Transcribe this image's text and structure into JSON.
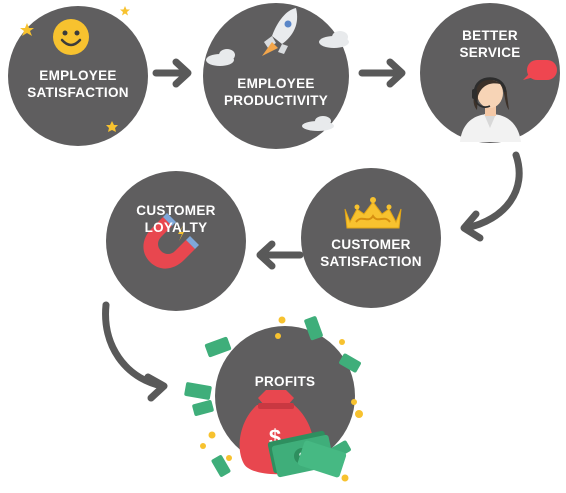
{
  "nodes": [
    {
      "id": "employee-satisfaction",
      "lines": [
        "EMPLOYEE",
        "SATISFACTION"
      ],
      "icon": "smiley-face-icon"
    },
    {
      "id": "employee-productivity",
      "lines": [
        "EMPLOYEE",
        "PRODUCTIVITY"
      ],
      "icon": "rocket-icon"
    },
    {
      "id": "better-service",
      "lines": [
        "BETTER",
        "SERVICE"
      ],
      "icon": "support-agent-icon"
    },
    {
      "id": "customer-satisfaction",
      "lines": [
        "CUSTOMER",
        "SATISFACTION"
      ],
      "icon": "crown-icon"
    },
    {
      "id": "customer-loyalty",
      "lines": [
        "CUSTOMER",
        "LOYALTY"
      ],
      "icon": "magnet-icon"
    },
    {
      "id": "profits",
      "lines": [
        "PROFITS"
      ],
      "icon": "money-bag-icon"
    }
  ],
  "colors": {
    "circle": "#5f5e5f",
    "arrow": "#595959",
    "text": "#ffffff",
    "yellow": "#f7c22f",
    "red": "#e8474f",
    "green": "#3fae7a",
    "headset_bubble": "#ef4650"
  }
}
